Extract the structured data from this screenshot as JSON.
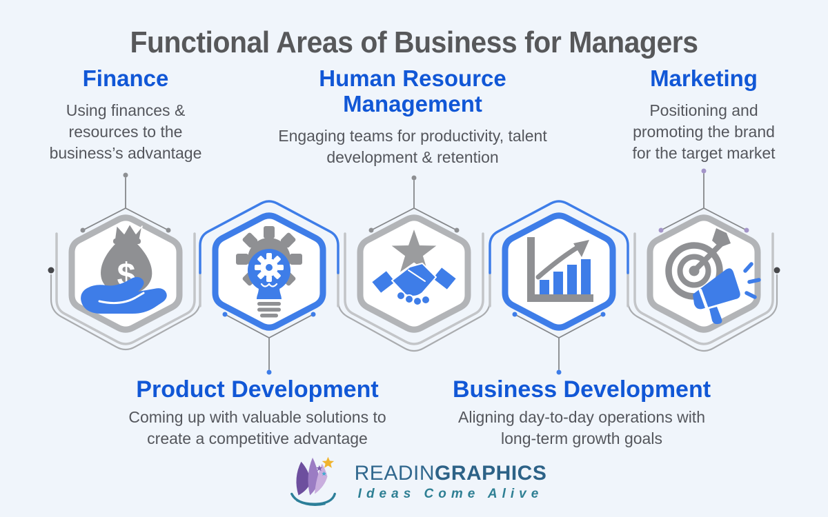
{
  "title": "Functional Areas of Business for Managers",
  "areas": [
    {
      "id": "finance",
      "label": "Finance",
      "desc": "Using finances &\nresources to the\nbusiness’s advantage",
      "icon": "money-bag-in-hand",
      "label_position": "top"
    },
    {
      "id": "human-resource-management",
      "label": "Human Resource\nManagement",
      "desc": "Engaging teams for productivity, talent\ndevelopment & retention",
      "icon": "handshake-with-star",
      "label_position": "top"
    },
    {
      "id": "marketing",
      "label": "Marketing",
      "desc": "Positioning and\npromoting the brand\nfor the target market",
      "icon": "target-dart-megaphone",
      "label_position": "top"
    },
    {
      "id": "product-development",
      "label": "Product Development",
      "desc": "Coming up with valuable solutions to\ncreate a competitive advantage",
      "icon": "gear-lightbulb",
      "label_position": "bottom"
    },
    {
      "id": "business-development",
      "label": "Business Development",
      "desc": "Aligning day-to-day operations with\nlong-term growth goals",
      "icon": "bar-chart-growth-arrow",
      "label_position": "bottom"
    }
  ],
  "glyphs": {
    "dollar": "$"
  },
  "logo": {
    "name_regular": "READIN",
    "name_bold": "GRAPHICS",
    "tagline": "Ideas Come Alive"
  },
  "colors": {
    "background": "#f0f5fb",
    "heading_blue": "#1157d6",
    "icon_blue": "#3e7de8",
    "hex_border_gray": "#b2b4b7",
    "chain_gray": "#c3c5c8",
    "icon_gray": "#8f9093",
    "text_gray": "#54565c",
    "title_gray": "#57585a",
    "logo_teal": "#31688e",
    "tagline_teal": "#2e7f93",
    "connector_dot_purple": "#a495c9"
  }
}
